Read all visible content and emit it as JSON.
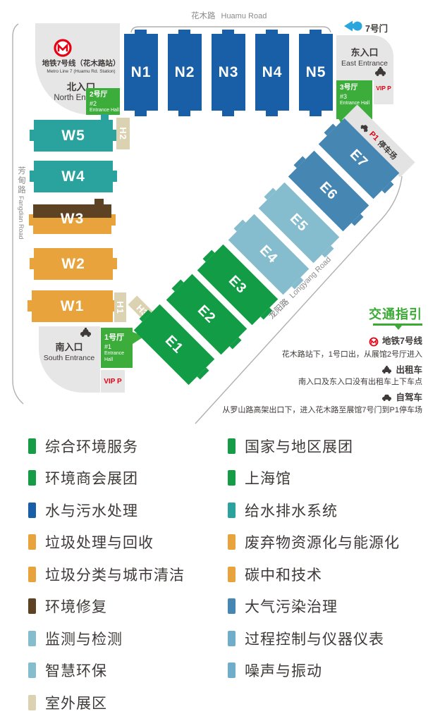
{
  "map": {
    "roads": {
      "huamu": {
        "zh": "花木路",
        "en": "Huamu Road"
      },
      "fangdian": {
        "zh": "芳甸路",
        "en": "Fangdian Road"
      },
      "longyang": {
        "zh": "龙阳路",
        "en": "Longyang Road"
      }
    },
    "gate7_label": "7号门",
    "metro_station": {
      "zh": "地铁7号线（花木路站）",
      "en": "Metro Line 7 (Huamu Rd. Station)"
    },
    "entrances": {
      "north": {
        "zh": "北入口",
        "en": "North Entrance"
      },
      "east": {
        "zh": "东入口",
        "en": "East Entrance"
      },
      "south": {
        "zh": "南入口",
        "en": "South Entrance"
      }
    },
    "entrance_halls": {
      "no1": {
        "zh": "1号厅",
        "num": "#1",
        "en": "Entrance Hall"
      },
      "no2": {
        "zh": "2号厅",
        "num": "#2",
        "en": "Entrance Hall"
      },
      "no3": {
        "zh": "3号厅",
        "num": "#3",
        "en": "Entrance Hall"
      }
    },
    "vip_parking_label": "VIP P",
    "p1_parking": {
      "p": "P1",
      "rest": "停车场"
    },
    "halls": {
      "n1": "N1",
      "n2": "N2",
      "n3": "N3",
      "n4": "N4",
      "n5": "N5",
      "w1": "W1",
      "w2": "W2",
      "w3": "W3",
      "w4": "W4",
      "w5": "W5",
      "e1": "E1",
      "e2": "E2",
      "e3": "E3",
      "e4": "E4",
      "e5": "E5",
      "e6": "E6",
      "e7": "E7",
      "h1": "H1",
      "h2": "H2",
      "h3": "H3"
    }
  },
  "guide": {
    "title": "交通指引",
    "items": [
      {
        "icon": "metro-icon",
        "label": "地铁7号线",
        "desc": "花木路站下，1号口出，从展馆2号厅进入"
      },
      {
        "icon": "taxi-icon",
        "label": "出租车",
        "desc": "南入口及东入口没有出租车上下车点"
      },
      {
        "icon": "car-icon",
        "label": "自驾车",
        "desc": "从罗山路高架出口下，进入花木路至展馆7号门到P1停车场"
      }
    ]
  },
  "legend": {
    "left": [
      {
        "label": "综合环境服务",
        "color": "#169B46"
      },
      {
        "label": "环境商会展团",
        "color": "#169B46"
      },
      {
        "label": "水与污水处理",
        "color": "#185FA7"
      },
      {
        "label": "垃圾处理与回收",
        "color": "#E8A33C"
      },
      {
        "label": "垃圾分类与城市清洁",
        "color": "#E8A33C"
      },
      {
        "label": "环境修复",
        "color": "#5D4223"
      },
      {
        "label": "监测与检测",
        "color": "#86BDCE"
      },
      {
        "label": "智慧环保",
        "color": "#86BDCE"
      },
      {
        "label": "室外展区",
        "color": "#DBD2B2"
      }
    ],
    "right": [
      {
        "label": "国家与地区展团",
        "color": "#169B46"
      },
      {
        "label": "上海馆",
        "color": "#169B46"
      },
      {
        "label": "给水排水系统",
        "color": "#2AA29D"
      },
      {
        "label": "废弃物资源化与能源化",
        "color": "#E8A33C"
      },
      {
        "label": "碳中和技术",
        "color": "#E8A33C"
      },
      {
        "label": "大气污染治理",
        "color": "#4586B2"
      },
      {
        "label": "过程控制与仪器仪表",
        "color": "#6FADCB"
      },
      {
        "label": "噪声与振动",
        "color": "#6FADCB"
      }
    ]
  },
  "colors": {
    "n_blue": "#185FA7",
    "w_teal": "#2AA29D",
    "w_orange": "#E8A33C",
    "w3_brown": "#5D4223",
    "e_green": "#119C45",
    "e_light_blue": "#86BDCE",
    "e_steel_blue": "#4586B2",
    "outdoor_tan": "#DBD2B2",
    "entrance_green": "#3CAC3A",
    "area_gray": "#E6E6E6",
    "p1_gray": "#E3E3E3",
    "vip_red": "#E60012",
    "gate_arrow_blue": "#2AA5DE",
    "guide_green": "#3AAA35",
    "metro_red": "#E60012"
  }
}
